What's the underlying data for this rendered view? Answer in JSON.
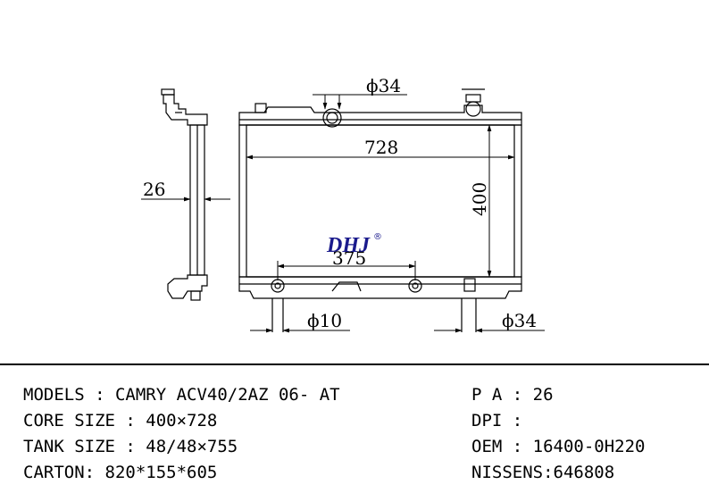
{
  "drawing": {
    "dims": {
      "inlet_top": "ϕ34",
      "width": "728",
      "height": "400",
      "core_thickness": "26",
      "inner": "375",
      "pipe_small": "ϕ10",
      "outlet": "ϕ34"
    },
    "brand": "DHJ",
    "brand_mark": "®"
  },
  "specs": {
    "left": [
      {
        "label": "MODELS",
        "sep": " : ",
        "value": "CAMRY ACV40/2AZ 06- AT"
      },
      {
        "label": "CORE SIZE",
        "sep": " : ",
        "value": "400×728"
      },
      {
        "label": "TANK SIZE",
        "sep": " : ",
        "value": "48/48×755"
      },
      {
        "label": "CARTON",
        "sep": ": ",
        "value": "820*155*605"
      }
    ],
    "right": [
      {
        "label": "P A",
        "sep": " : ",
        "value": "26"
      },
      {
        "label": "DPI",
        "sep": " : ",
        "value": ""
      },
      {
        "label": "OEM",
        "sep": " : ",
        "value": "16400-0H220"
      },
      {
        "label": "NISSENS",
        "sep": ":",
        "value": "646808"
      }
    ]
  }
}
